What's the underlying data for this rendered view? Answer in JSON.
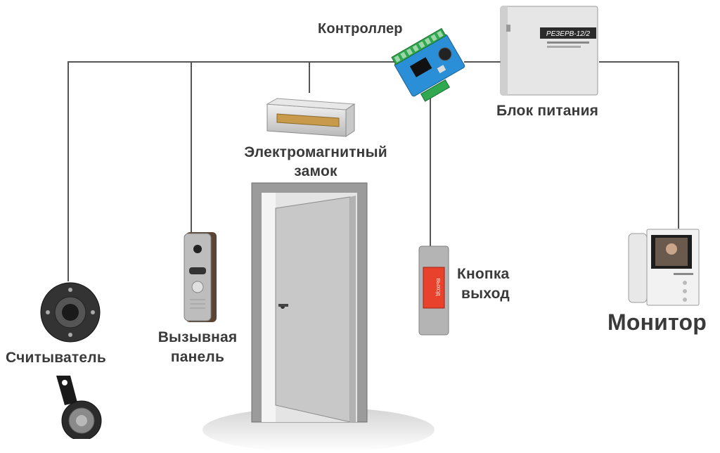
{
  "labels": {
    "controller": "Контроллер",
    "power_supply": "Блок питания",
    "lock_line1": "Электромагнитный",
    "lock_line2": "замок",
    "call_panel_line1": "Вызывная",
    "call_panel_line2": "панель",
    "exit_button_line1": "Кнопка",
    "exit_button_line2": "выход",
    "reader": "Считыватель",
    "monitor": "Монитор"
  },
  "device_text": {
    "psu_brand": "РЕЗЕРВ-12/2",
    "exit_plate": "ВЫХОД"
  },
  "colors": {
    "wire": "#555555",
    "label_text": "#3a3a3a",
    "controller_board": "#2a8fd6",
    "terminal_green": "#2fa84f",
    "exit_plate": "#e8412c"
  }
}
